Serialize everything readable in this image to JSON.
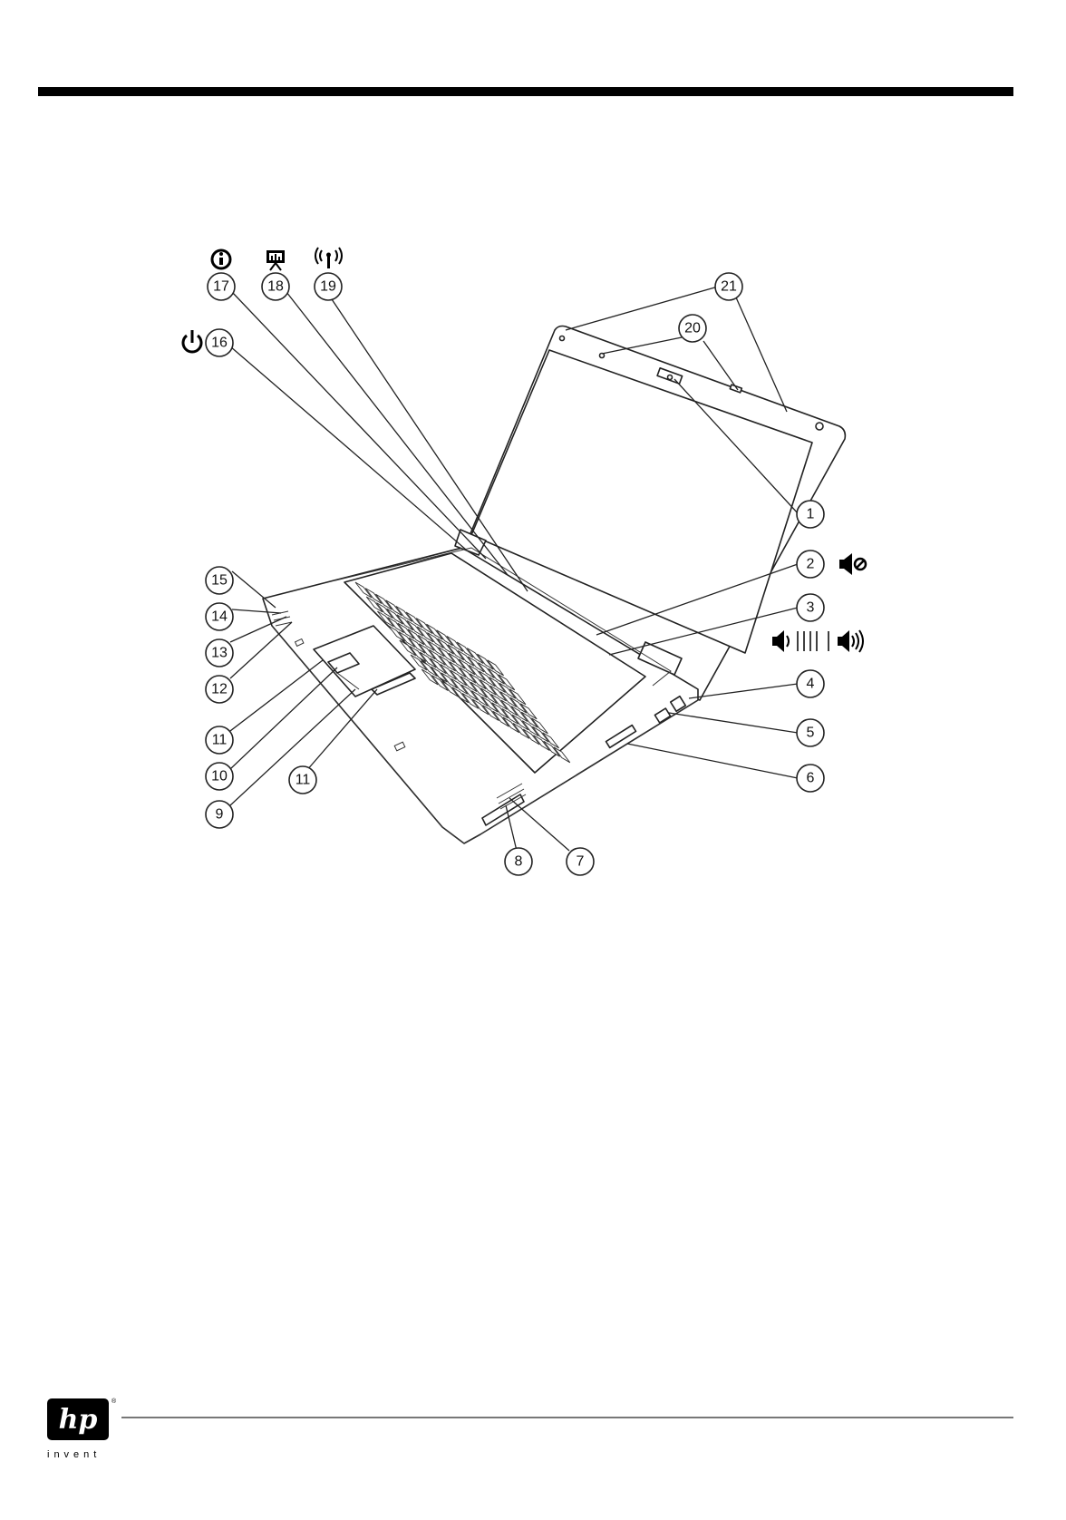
{
  "callouts": [
    "1",
    "2",
    "3",
    "4",
    "5",
    "6",
    "7",
    "8",
    "9",
    "10",
    "11",
    "11",
    "12",
    "13",
    "14",
    "15",
    "16",
    "17",
    "18",
    "19",
    "20",
    "21"
  ],
  "icons": {
    "info": "info-icon",
    "presentation": "presentation-icon",
    "wireless": "wireless-icon",
    "power": "power-icon",
    "mute": "speaker-mute-icon",
    "volume": "volume-scroll-icon"
  },
  "footer": {
    "logo_text": "hp",
    "logo_reg": "®",
    "tagline": "invent"
  },
  "colors": {
    "ink": "#000000",
    "background": "#ffffff",
    "rule": "#777777"
  }
}
